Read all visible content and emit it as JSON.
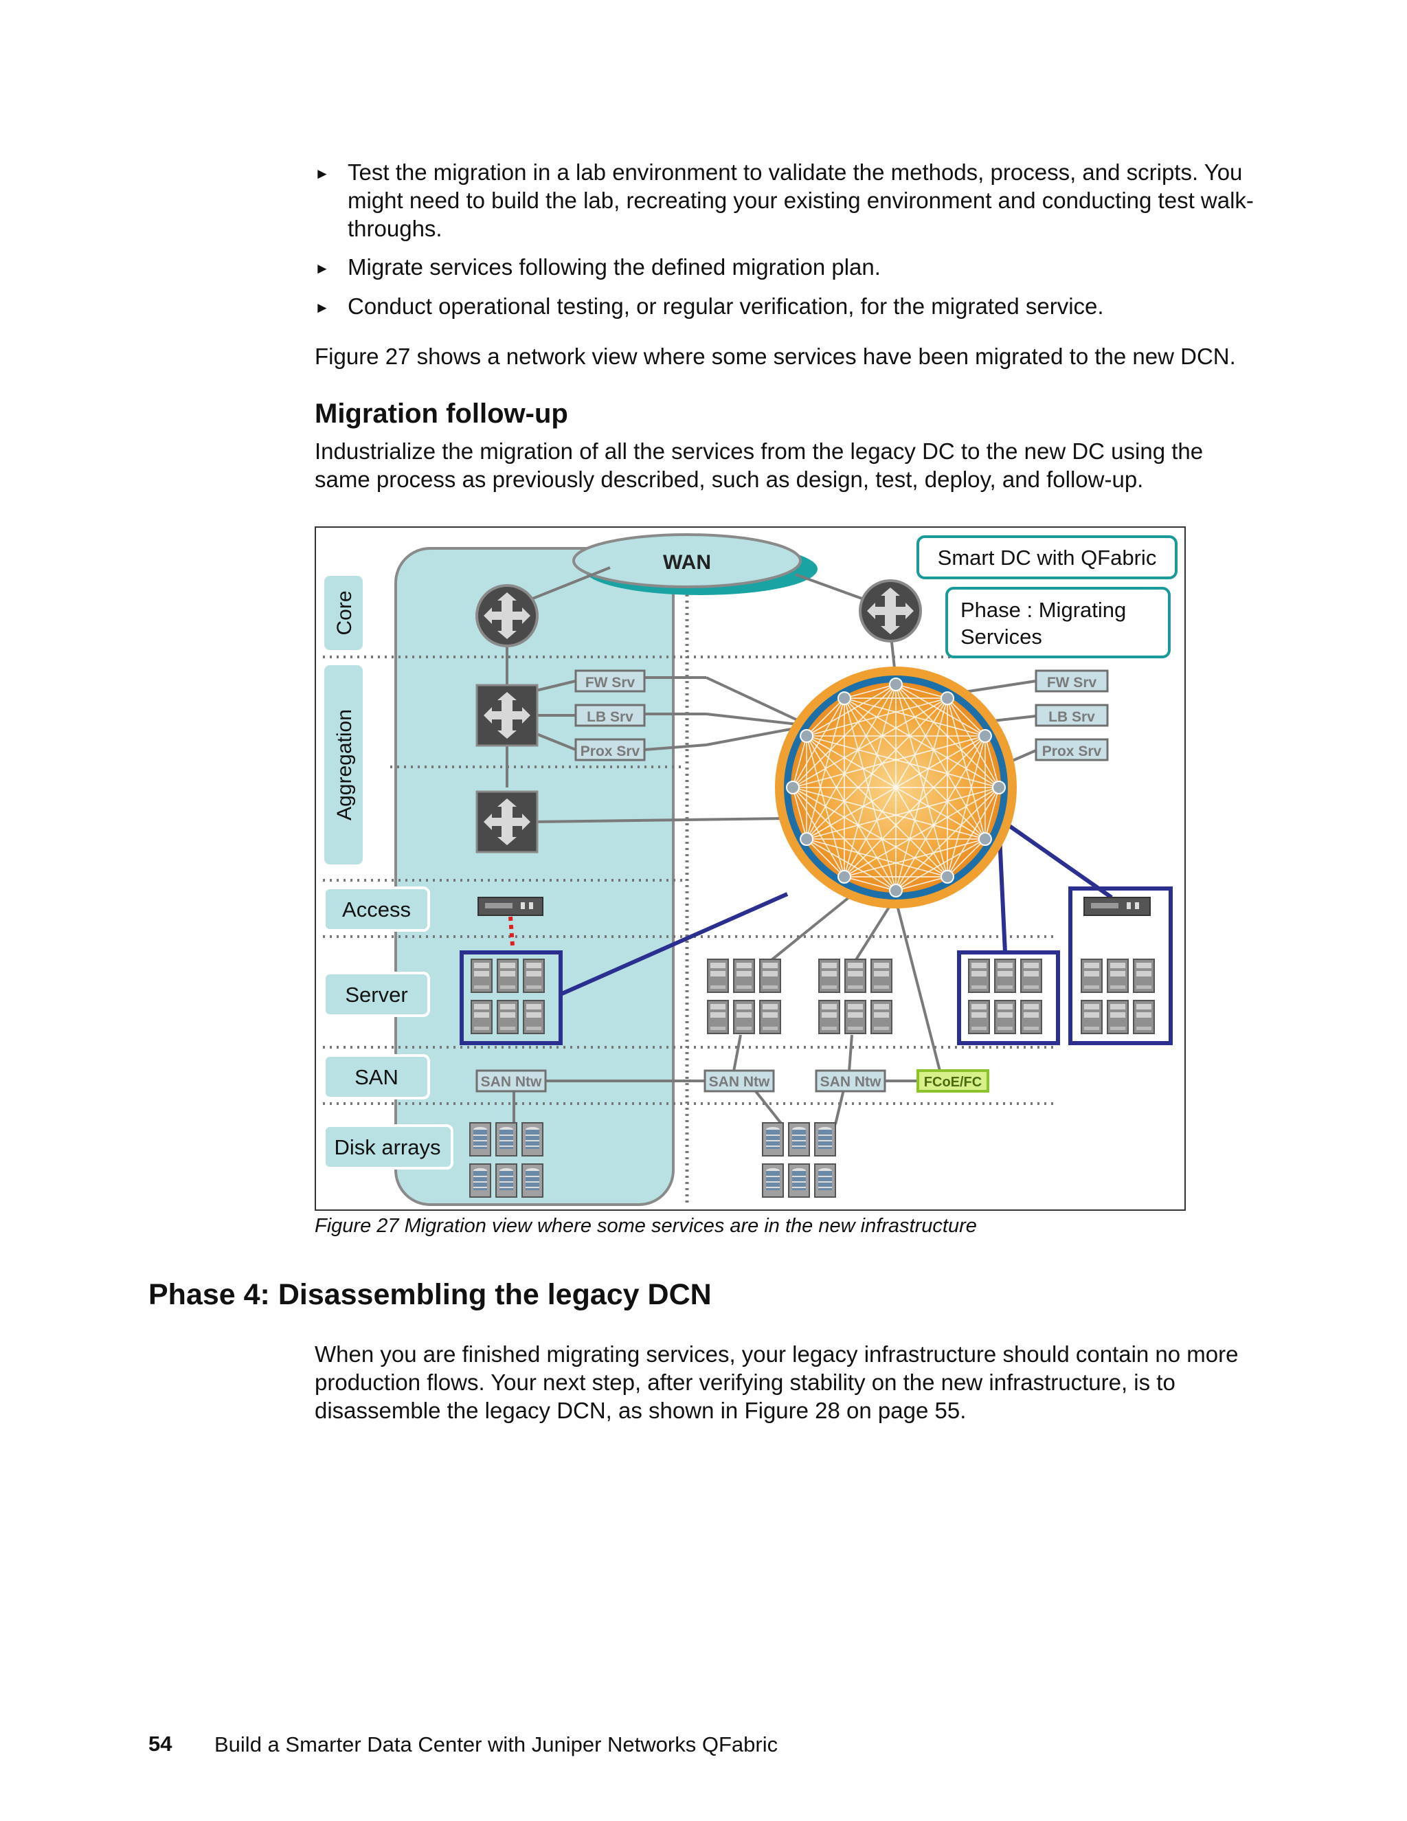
{
  "bullets": [
    "Test the migration in a lab environment to validate the methods, process, and scripts. You might need to build the lab, recreating your existing environment and conducting test walk-throughs.",
    "Migrate services following the defined migration plan.",
    "Conduct operational testing, or regular verification, for the migrated service."
  ],
  "bullet_glyph": "►",
  "intro_paragraph": "Figure 27 shows a network view where some services have been migrated to the new DCN.",
  "subsection": {
    "title": "Migration follow-up",
    "paragraph": "Industrialize the migration of all the services from the legacy DC to the new DC using the same process as previously described, such as design, test, deploy, and follow-up."
  },
  "figure": {
    "wan_label": "WAN",
    "smart_dc_label": "Smart DC with QFabric",
    "phase_label_line1": "Phase : Migrating",
    "phase_label_line2": "Services",
    "layers": {
      "core": "Core",
      "aggregation": "Aggregation",
      "access": "Access",
      "server": "Server",
      "san": "SAN",
      "disk_arrays": "Disk arrays"
    },
    "service_labels": {
      "fw": "FW Srv",
      "lb": "LB Srv",
      "prox": "Prox Srv"
    },
    "san_ntw": "SAN Ntw",
    "fcoe": "FCoE/FC",
    "caption": "Figure 27   Migration view where some services are in the new infrastructure",
    "colors": {
      "legacy_panel": "#b9e0e2",
      "wan_fill": "#b9e0e2",
      "wan_shadow": "#1aa3a3",
      "teal_border": "#1a9a9a",
      "migration_link": "#2b2f8f",
      "fabric_orange": "#f0a030",
      "fabric_blue": "#1d6fa8",
      "fcoe_fill": "#d8f08a"
    }
  },
  "section": {
    "title": "Phase 4: Disassembling the legacy DCN",
    "paragraph": "When you are finished migrating services, your legacy infrastructure should contain no more production flows. Your next step, after verifying stability on the new infrastructure, is to disassemble the legacy DCN, as shown in Figure 28 on page 55."
  },
  "footer": {
    "page_number": "54",
    "book_title": "Build a Smarter Data Center with Juniper Networks QFabric"
  }
}
